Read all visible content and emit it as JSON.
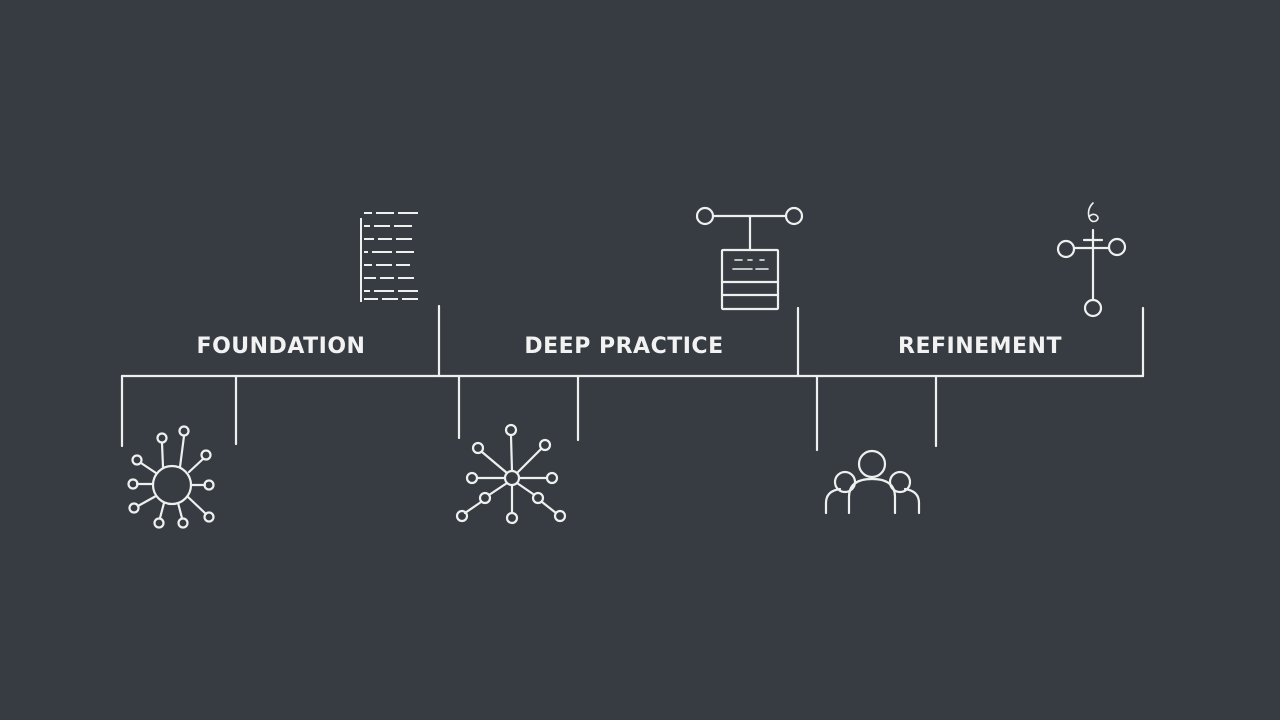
{
  "phases": [
    {
      "label": "FOUNDATION",
      "top_icon": "document-text-icon",
      "bottom_icon": "network-hub-icon"
    },
    {
      "label": "DEEP PRACTICE",
      "top_icon": "linked-panel-icon",
      "bottom_icon": "node-graph-icon"
    },
    {
      "label": "REFINEMENT",
      "top_icon": "cross-nodes-icon",
      "bottom_icon": "people-group-icon"
    }
  ],
  "colors": {
    "background": "#363c41",
    "line": "#eef0f0"
  }
}
